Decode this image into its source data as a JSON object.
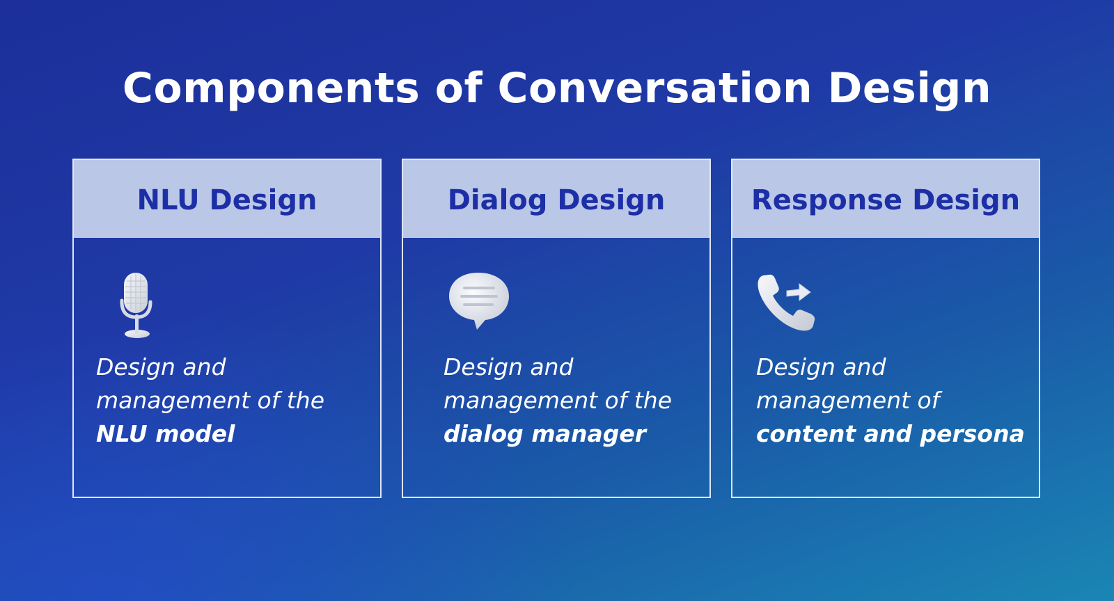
{
  "title": "Components of Conversation Design",
  "cards": [
    {
      "heading": "NLU Design",
      "icon": "microphone-icon",
      "text_line1": "Design and",
      "text_line2": "management of the",
      "text_bold": "NLU model"
    },
    {
      "heading": "Dialog Design",
      "icon": "speech-bubble-icon",
      "text_line1": "Design and",
      "text_line2": "management of the",
      "text_bold": "dialog manager"
    },
    {
      "heading": "Response Design",
      "icon": "phone-forward-icon",
      "text_line1": "Design and",
      "text_line2": "management of",
      "text_bold": "content and persona"
    }
  ],
  "colors": {
    "header_bg": "#bac7e7",
    "header_text": "#1d2fa6",
    "text": "#ffffff"
  }
}
